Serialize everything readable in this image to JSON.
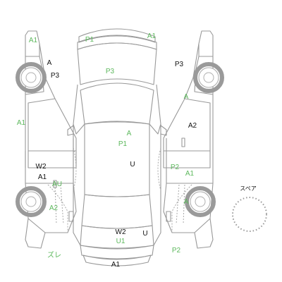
{
  "spare_label": "スペア",
  "marks": [
    {
      "text": "A1",
      "color": "green"
    },
    {
      "text": "A",
      "color": "black"
    },
    {
      "text": "P3",
      "color": "black"
    },
    {
      "text": "P1",
      "color": "green"
    },
    {
      "text": "A1",
      "color": "green"
    },
    {
      "text": "P3",
      "color": "green"
    },
    {
      "text": "P3",
      "color": "black"
    },
    {
      "text": "A",
      "color": "green"
    },
    {
      "text": "A1",
      "color": "green"
    },
    {
      "text": "A",
      "color": "green"
    },
    {
      "text": "P1",
      "color": "green"
    },
    {
      "text": "A2",
      "color": "black"
    },
    {
      "text": "U",
      "color": "black"
    },
    {
      "text": "W2",
      "color": "black"
    },
    {
      "text": "A1",
      "color": "black"
    },
    {
      "text": "P2",
      "color": "green"
    },
    {
      "text": "A1",
      "color": "green"
    },
    {
      "text": "AU",
      "color": "green"
    },
    {
      "text": "A",
      "color": "green"
    },
    {
      "text": "A2",
      "color": "green"
    },
    {
      "text": "W2",
      "color": "black"
    },
    {
      "text": "U",
      "color": "black"
    },
    {
      "text": "U1",
      "color": "green"
    },
    {
      "text": "ズレ",
      "color": "green"
    },
    {
      "text": "P2",
      "color": "green"
    },
    {
      "text": "A1",
      "color": "black"
    }
  ],
  "colors": {
    "mark_green": "#5cb85c",
    "mark_black": "#111111",
    "outline": "#999999"
  }
}
